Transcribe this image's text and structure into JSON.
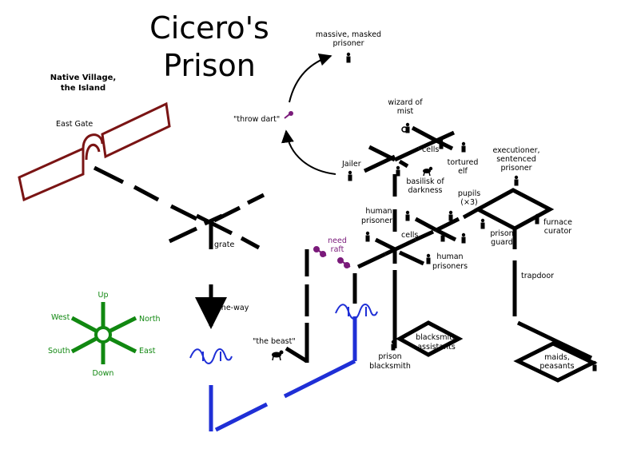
{
  "title": {
    "line1": "Cicero's",
    "line2": "Prison"
  },
  "labels": {
    "native_village_1": "Native Village,",
    "native_village_2": "the Island",
    "east_gate": "East Gate",
    "grate": "grate",
    "one_way": "one-way",
    "the_beast": "\"the beast\"",
    "need_raft_1": "need",
    "need_raft_2": "raft",
    "throw_dart": "\"throw dart\"",
    "masked_1": "massive, masked",
    "masked_2": "prisoner",
    "wizard_1": "wizard of",
    "wizard_2": "mist",
    "jailer": "Jailer",
    "cells_upper": "cells",
    "tortured_1": "tortured",
    "tortured_2": "elf",
    "basilisk_1": "basilisk of",
    "basilisk_2": "darkness",
    "human_prisoners_a_1": "human",
    "human_prisoners_a_2": "prisoners",
    "cells_lower": "cells",
    "human_prisoners_b_1": "human",
    "human_prisoners_b_2": "prisoners",
    "pupils_1": "pupils",
    "pupils_2": "(×3)",
    "executioner_1": "executioner,",
    "executioner_2": "sentenced",
    "executioner_3": "prisoner",
    "furnace_1": "furnace",
    "furnace_2": "curator",
    "prison_guard_1": "prison",
    "prison_guard_2": "guard",
    "trapdoor": "trapdoor",
    "blacksmith_assistants_1": "blacksmith",
    "blacksmith_assistants_2": "assistants",
    "prison_blacksmith_1": "prison",
    "prison_blacksmith_2": "blacksmith",
    "maids_1": "maids,",
    "maids_2": "peasants"
  },
  "compass": {
    "up": "Up",
    "down": "Down",
    "west": "West",
    "north": "North",
    "south": "South",
    "east": "East"
  },
  "colors": {
    "path": "#000000",
    "water": "#1f2fd6",
    "gate": "#7a1414",
    "compass": "#118811",
    "item": "#7a1a7a"
  }
}
